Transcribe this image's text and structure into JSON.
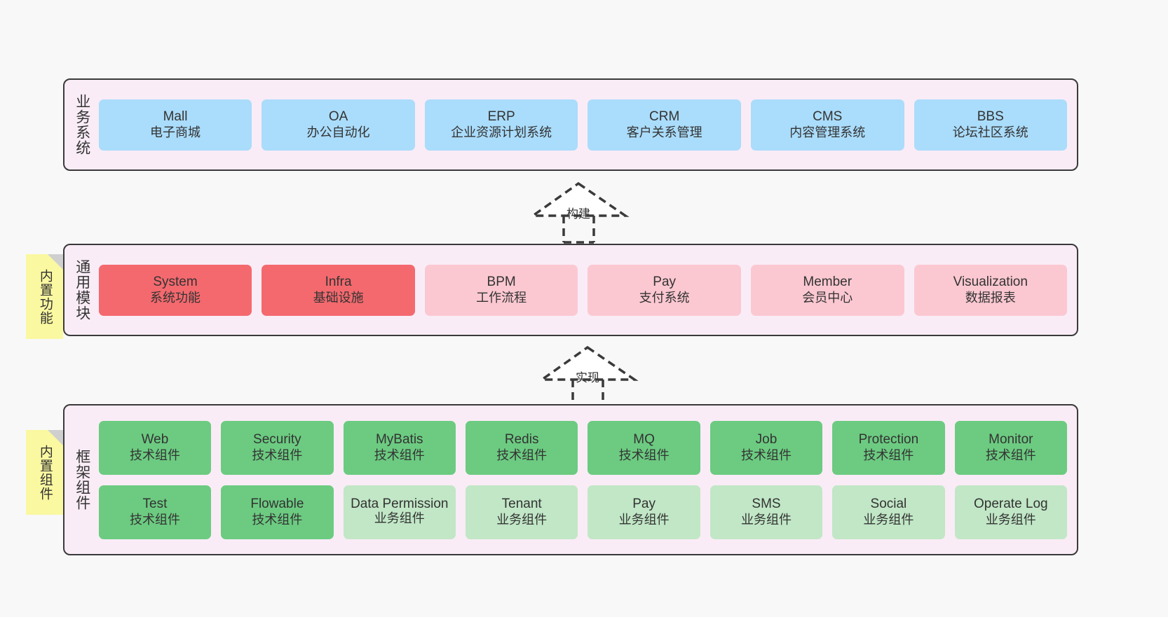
{
  "diagram": {
    "background": "#f8f8f8",
    "layer_fill": "#f9ecf6",
    "layer_border": "#3a3a3a",
    "note_fill": "#faf8a0",
    "note_fold": "#cfcfcf"
  },
  "notes": [
    {
      "label": "内置功能"
    },
    {
      "label": "内置组件"
    }
  ],
  "connectors": [
    {
      "label": "构建"
    },
    {
      "label": "实现"
    }
  ],
  "layers": [
    {
      "title": "业务系统",
      "rows": [
        {
          "cards": [
            {
              "en": "Mall",
              "cn": "电子商城",
              "color": "#aadcfb",
              "style": "blue"
            },
            {
              "en": "OA",
              "cn": "办公自动化",
              "color": "#aadcfb",
              "style": "blue"
            },
            {
              "en": "ERP",
              "cn": "企业资源计划系统",
              "color": "#aadcfb",
              "style": "blue"
            },
            {
              "en": "CRM",
              "cn": "客户关系管理",
              "color": "#aadcfb",
              "style": "blue"
            },
            {
              "en": "CMS",
              "cn": "内容管理系统",
              "color": "#aadcfb",
              "style": "blue"
            },
            {
              "en": "BBS",
              "cn": "论坛社区系统",
              "color": "#aadcfb",
              "style": "blue"
            }
          ]
        }
      ]
    },
    {
      "title": "通用模块",
      "rows": [
        {
          "cards": [
            {
              "en": "System",
              "cn": "系统功能",
              "color": "#f4696e",
              "style": "red-strong"
            },
            {
              "en": "Infra",
              "cn": "基础设施",
              "color": "#f4696e",
              "style": "red-strong"
            },
            {
              "en": "BPM",
              "cn": "工作流程",
              "color": "#fbc8d1",
              "style": "red-light"
            },
            {
              "en": "Pay",
              "cn": "支付系统",
              "color": "#fbc8d1",
              "style": "red-light"
            },
            {
              "en": "Member",
              "cn": "会员中心",
              "color": "#fbc8d1",
              "style": "red-light"
            },
            {
              "en": "Visualization",
              "cn": "数据报表",
              "color": "#fbc8d1",
              "style": "red-light"
            }
          ]
        }
      ]
    },
    {
      "title": "框架组件",
      "rows": [
        {
          "cards": [
            {
              "en": "Web",
              "cn": "技术组件",
              "color": "#6ccb81",
              "style": "green-strong"
            },
            {
              "en": "Security",
              "cn": "技术组件",
              "color": "#6ccb81",
              "style": "green-strong"
            },
            {
              "en": "MyBatis",
              "cn": "技术组件",
              "color": "#6ccb81",
              "style": "green-strong"
            },
            {
              "en": "Redis",
              "cn": "技术组件",
              "color": "#6ccb81",
              "style": "green-strong"
            },
            {
              "en": "MQ",
              "cn": "技术组件",
              "color": "#6ccb81",
              "style": "green-strong"
            },
            {
              "en": "Job",
              "cn": "技术组件",
              "color": "#6ccb81",
              "style": "green-strong"
            },
            {
              "en": "Protection",
              "cn": "技术组件",
              "color": "#6ccb81",
              "style": "green-strong"
            },
            {
              "en": "Monitor",
              "cn": "技术组件",
              "color": "#6ccb81",
              "style": "green-strong"
            }
          ]
        },
        {
          "cards": [
            {
              "en": "Test",
              "cn": "技术组件",
              "color": "#6ccb81",
              "style": "green-strong"
            },
            {
              "en": "Flowable",
              "cn": "技术组件",
              "color": "#6ccb81",
              "style": "green-strong"
            },
            {
              "en": "Data Permission",
              "cn": "业务组件",
              "color": "#c1e7c6",
              "style": "green-light"
            },
            {
              "en": "Tenant",
              "cn": "业务组件",
              "color": "#c1e7c6",
              "style": "green-light"
            },
            {
              "en": "Pay",
              "cn": "业务组件",
              "color": "#c1e7c6",
              "style": "green-light"
            },
            {
              "en": "SMS",
              "cn": "业务组件",
              "color": "#c1e7c6",
              "style": "green-light"
            },
            {
              "en": "Social",
              "cn": "业务组件",
              "color": "#c1e7c6",
              "style": "green-light"
            },
            {
              "en": "Operate Log",
              "cn": "业务组件",
              "color": "#c1e7c6",
              "style": "green-light"
            }
          ]
        }
      ]
    }
  ]
}
